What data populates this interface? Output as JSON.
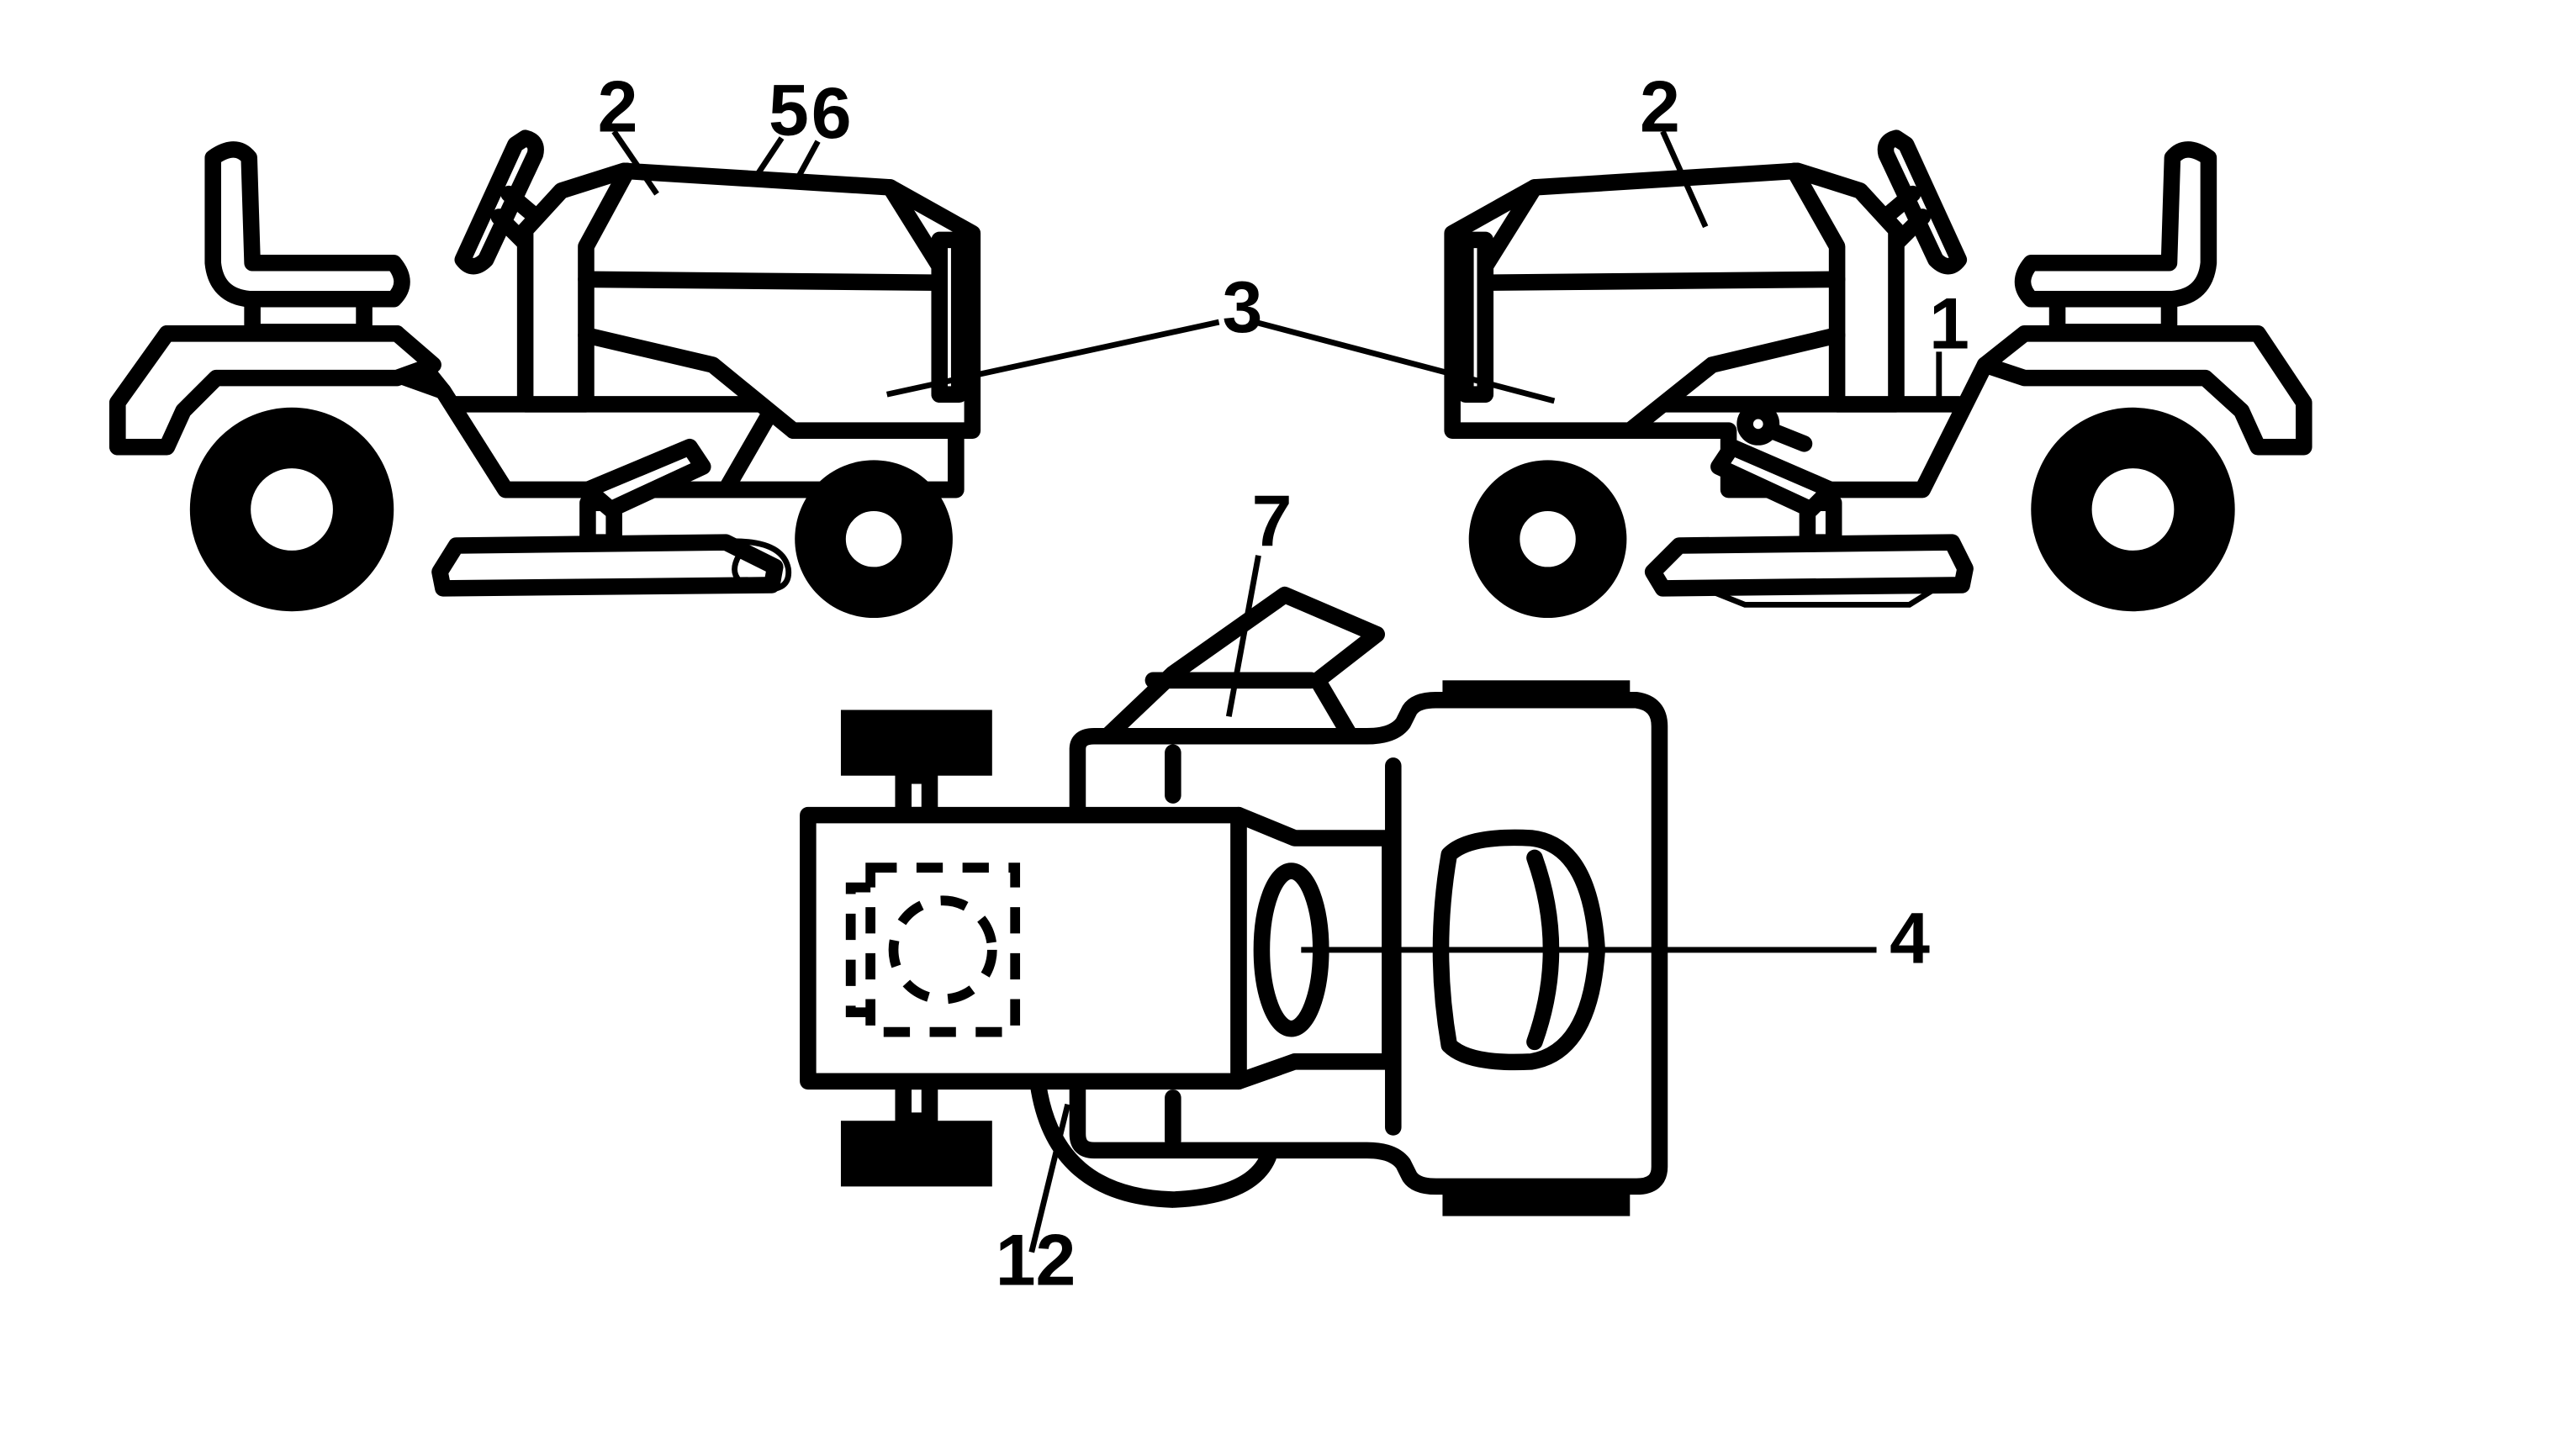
{
  "callouts": {
    "left_view": {
      "c2": "2",
      "c5": "5",
      "c6": "6"
    },
    "shared": {
      "c3": "3"
    },
    "right_view": {
      "c2": "2",
      "c1": "1"
    },
    "top_view": {
      "c7": "7",
      "c4": "4",
      "c12": "12"
    }
  }
}
